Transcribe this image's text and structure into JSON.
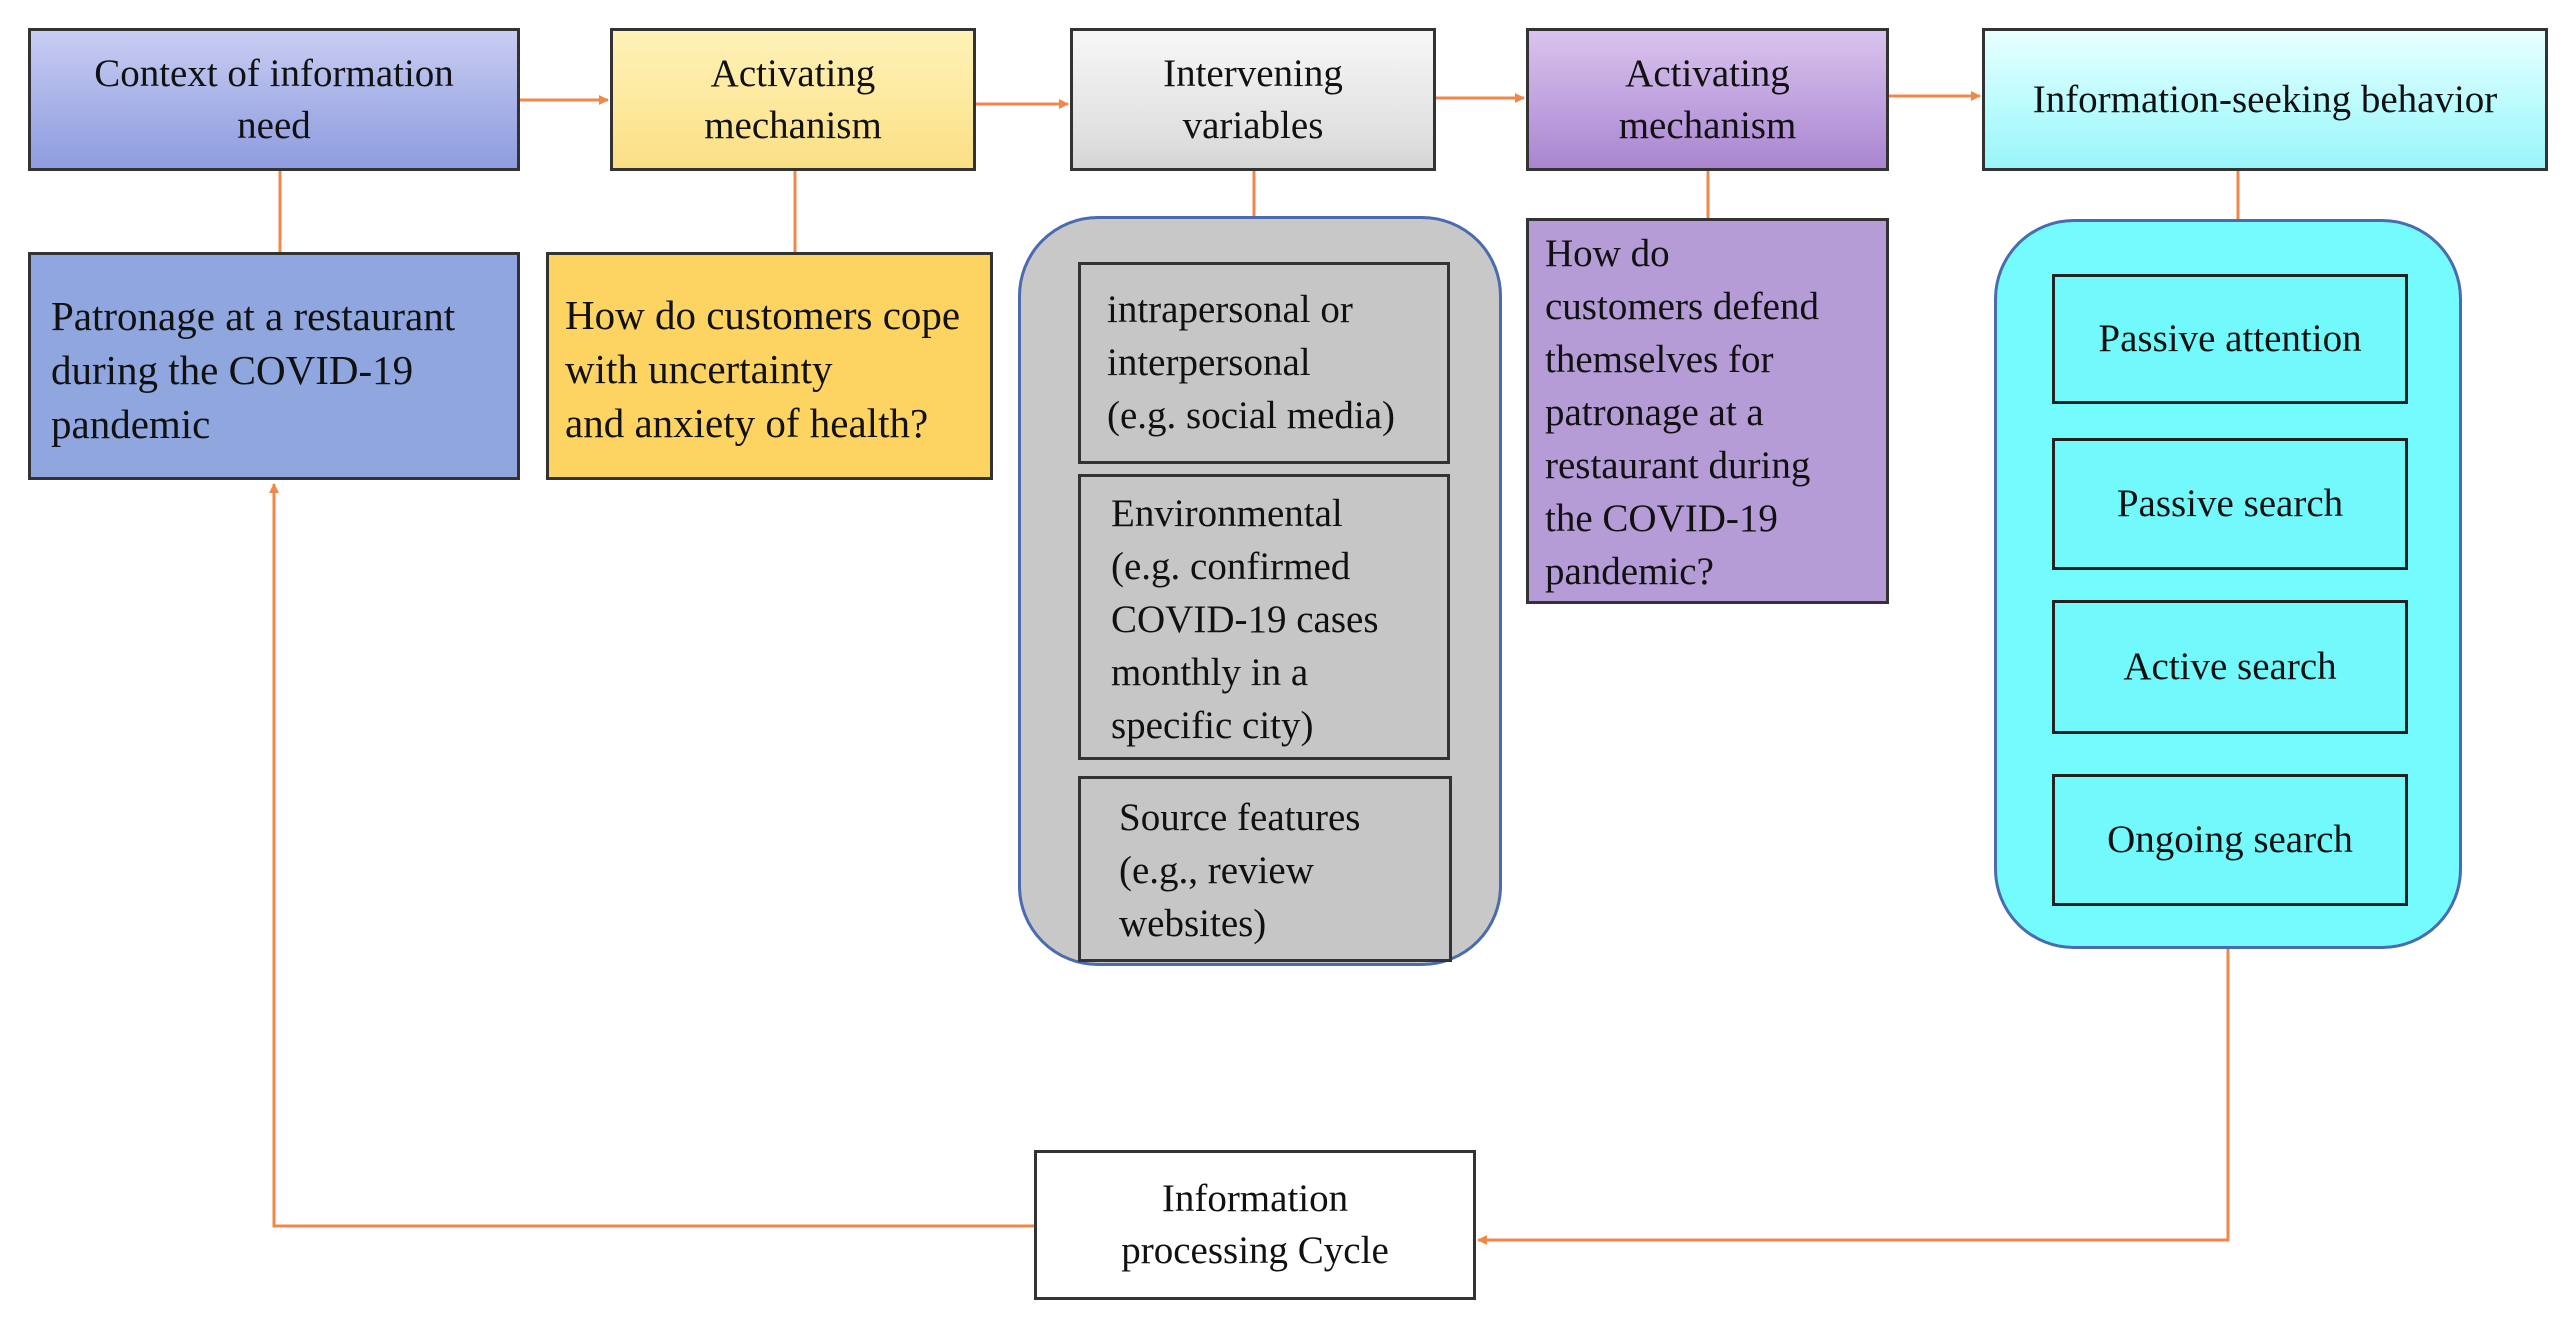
{
  "headers": {
    "context": "Context of information\nneed",
    "activating1": "Activating\nmechanism",
    "intervening": "Intervening\nvariables",
    "activating2": "Activating\nmechanism",
    "seeking": "Information-seeking behavior"
  },
  "details": {
    "patronage": "Patronage at a restaurant\nduring the COVID-19\npandemic",
    "cope": "How do customers cope\nwith uncertainty\nand anxiety of health?",
    "defend": "How do\ncustomers defend\nthemselves for\npatronage at a\nrestaurant during\nthe COVID-19\npandemic?"
  },
  "intervening_variables": [
    "intrapersonal or\ninterpersonal\n(e.g. social media)",
    "Environmental\n(e.g. confirmed\nCOVID-19 cases\nmonthly in a\nspecific city)",
    "Source features\n(e.g., review\nwebsites)"
  ],
  "seeking_modes": [
    "Passive attention",
    "Passive search",
    "Active search",
    "Ongoing search"
  ],
  "cycle": "Information\nprocessing Cycle",
  "colors": {
    "connector": "#f0884a",
    "context": "#a4afe6",
    "activating1": "#fde89a",
    "intervening": "#e2e2e2",
    "activating2": "#bd9edd",
    "seeking": "#b6fbfd",
    "patronage": "#8fa6de",
    "cope": "#fdd462",
    "defend": "#b59cd6",
    "gray_panel": "#c8c8c8",
    "cyan_panel": "#73fbfd",
    "panel_border": "#4a6bb0"
  }
}
